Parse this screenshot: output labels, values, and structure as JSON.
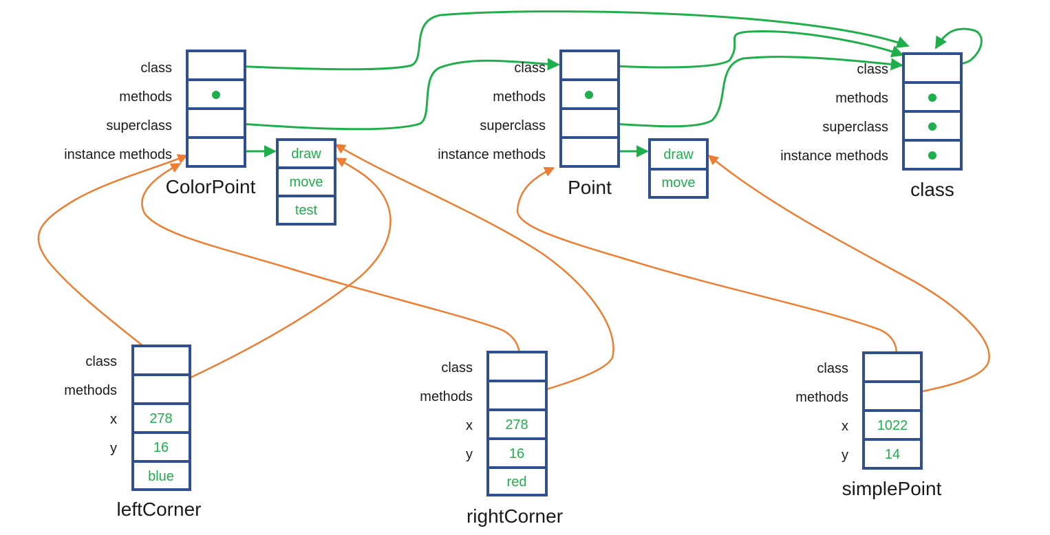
{
  "colors": {
    "box_border": "#2f4f8f",
    "class_pointer": "#1fae4b",
    "instance_pointer": "#ed7d31",
    "value_text": "#1fae4b"
  },
  "colorpoint": {
    "title": "ColorPoint",
    "labels": [
      "class",
      "methods",
      "superclass",
      "instance methods"
    ],
    "methods_table": [
      "draw",
      "move",
      "test"
    ]
  },
  "point": {
    "title": "Point",
    "labels": [
      "class",
      "methods",
      "superclass",
      "instance methods"
    ],
    "methods_table": [
      "draw",
      "move"
    ]
  },
  "class_obj": {
    "title": "class",
    "labels": [
      "class",
      "methods",
      "superclass",
      "instance methods"
    ]
  },
  "left_corner": {
    "title": "leftCorner",
    "labels": [
      "class",
      "methods",
      "x",
      "y"
    ],
    "x": "278",
    "y": "16",
    "color": "blue"
  },
  "right_corner": {
    "title": "rightCorner",
    "labels": [
      "class",
      "methods",
      "x",
      "y"
    ],
    "x": "278",
    "y": "16",
    "color": "red"
  },
  "simple_point": {
    "title": "simplePoint",
    "labels": [
      "class",
      "methods",
      "x",
      "y"
    ],
    "x": "1022",
    "y": "14"
  }
}
